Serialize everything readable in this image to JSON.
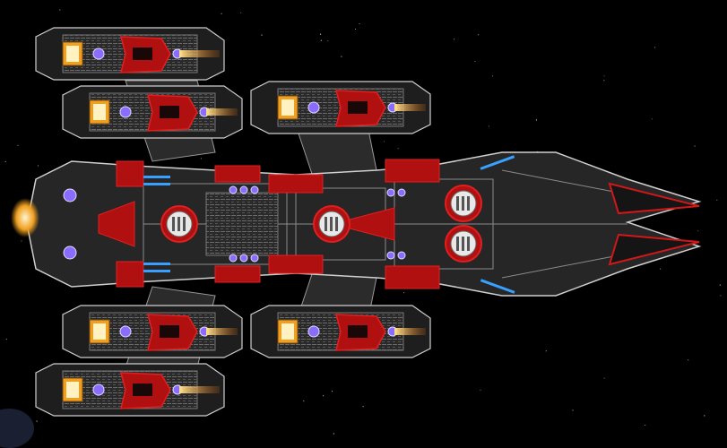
{
  "scene": {
    "subject": "ship-top-view",
    "colors": {
      "space": "#000000",
      "hull_dark": "#1e1e1e",
      "hull_mid": "#3a3a3a",
      "hull_light": "#8a8a8a",
      "panel_line": "#cfcfcf",
      "accent_red": "#b01010",
      "accent_red_bright": "#e02020",
      "engine_glow": "#f0a020",
      "engine_core": "#fff2c0",
      "blue_light": "#3aa0ff",
      "violet_light": "#8a6cff"
    },
    "counts": {
      "engine_pods": 6,
      "reactor_domes": 4,
      "nose_prongs": 2
    }
  }
}
